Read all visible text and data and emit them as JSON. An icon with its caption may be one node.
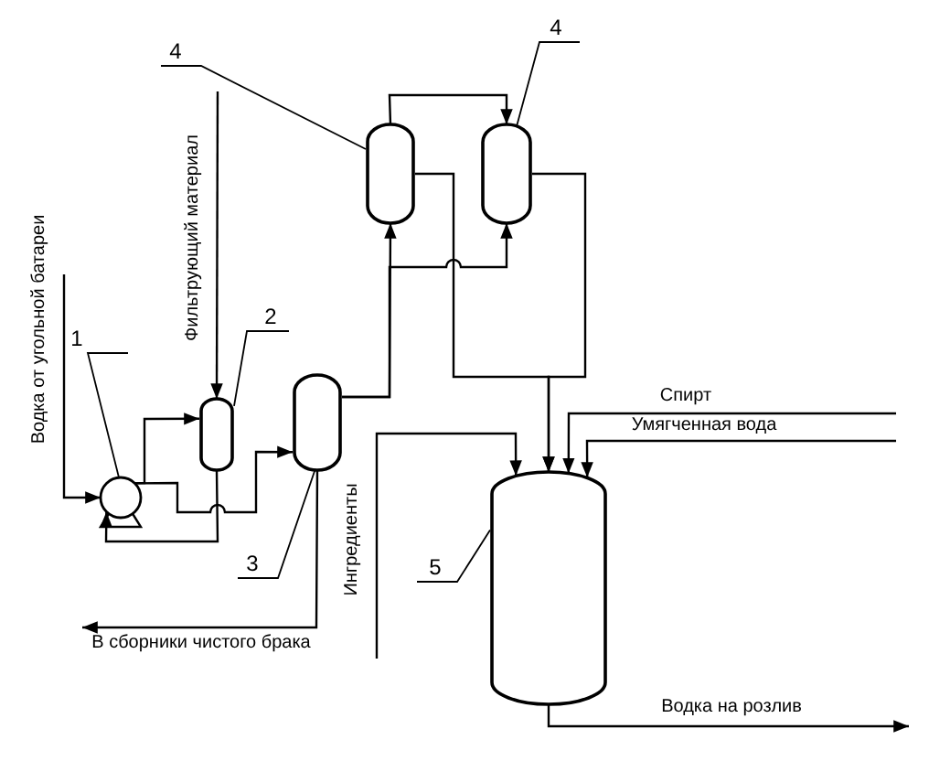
{
  "diagram": {
    "nodes": [
      {
        "text": [
          "1"
        ]
      },
      {
        "text": [
          "2"
        ]
      },
      {
        "text": [
          "3"
        ]
      },
      {
        "text": [
          "4"
        ]
      },
      {
        "text": [
          "4"
        ]
      },
      {
        "text": [
          "5"
        ]
      },
      {
        "text": [],
        "shape": "circle"
      },
      {
        "text": [],
        "shape": "cylinder"
      },
      {
        "text": [],
        "shape": "cylinder"
      },
      {
        "text": [],
        "shape": "cylinder"
      },
      {
        "text": [],
        "shape": "cylinder"
      },
      {
        "text": [],
        "shape": "cylinder"
      }
    ],
    "edges": [
      {
        "from": 0,
        "to": 6,
        "arrow": "none"
      },
      {
        "from": 1,
        "to": 7,
        "arrow": "none"
      },
      {
        "from": 2,
        "to": 8,
        "arrow": "none"
      },
      {
        "from": 3,
        "to": 9,
        "arrow": "none"
      },
      {
        "from": 4,
        "to": 10,
        "arrow": "none"
      },
      {
        "from": 5,
        "to": 11,
        "arrow": "none"
      },
      {
        "from": null,
        "to": 6,
        "arrow": "to",
        "label": "Водка от угольной батареи"
      },
      {
        "from": null,
        "to": 7,
        "arrow": "to",
        "label": "Фильтрующий материал"
      },
      {
        "from": 6,
        "to": 7,
        "arrow": "to"
      },
      {
        "from": 6,
        "to": 8,
        "arrow": "to"
      },
      {
        "from": 7,
        "to": 6,
        "arrow": "to"
      },
      {
        "from": 8,
        "to": null,
        "arrow": "to",
        "label": "В сборники чистого брака"
      },
      {
        "from": 8,
        "to": 9,
        "arrow": "to"
      },
      {
        "from": 8,
        "to": 10,
        "arrow": "to"
      },
      {
        "from": 9,
        "to": 10,
        "arrow": "to"
      },
      {
        "from": 9,
        "to": 11,
        "arrow": "to"
      },
      {
        "from": 10,
        "to": 11,
        "arrow": "to"
      },
      {
        "from": null,
        "to": 11,
        "arrow": "to",
        "label": "Ингредиенты"
      },
      {
        "from": null,
        "to": 11,
        "arrow": "to",
        "label": "Спирт"
      },
      {
        "from": null,
        "to": 11,
        "arrow": "to",
        "label": "Умягченная вода"
      },
      {
        "from": 11,
        "to": null,
        "arrow": "to",
        "label": "Водка на розлив"
      }
    ]
  }
}
